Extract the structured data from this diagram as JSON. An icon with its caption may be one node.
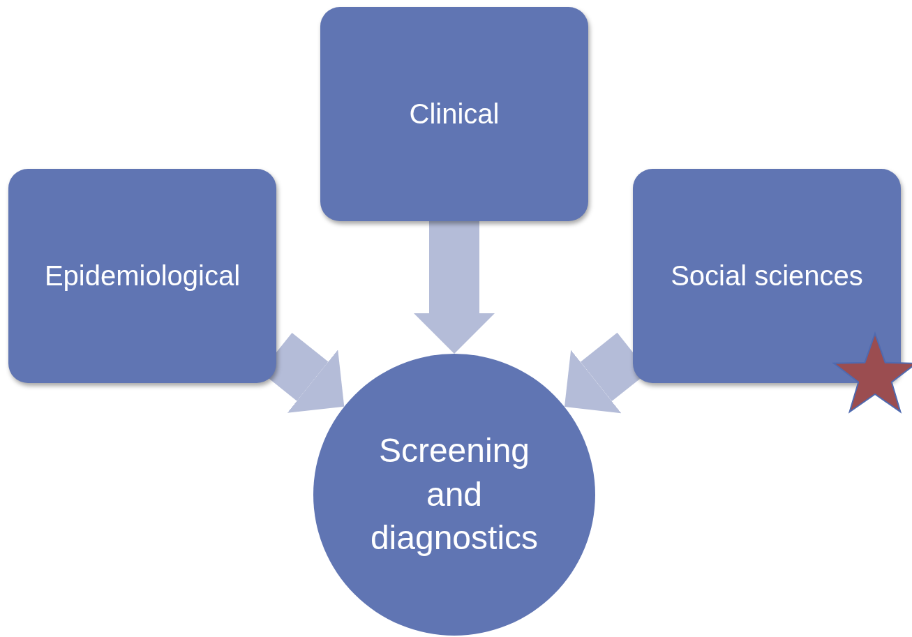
{
  "diagram": {
    "nodes": [
      {
        "text": [
          "Clinical"
        ]
      },
      {
        "text": [
          "Epidemiological"
        ]
      },
      {
        "text": [
          "Social sciences"
        ]
      },
      {
        "text": [
          "Screening and diagnostics"
        ]
      }
    ],
    "edges": [
      {
        "from": 1,
        "to": 3,
        "arrow": "to"
      },
      {
        "from": 0,
        "to": 3,
        "arrow": "to"
      },
      {
        "from": 2,
        "to": 3,
        "arrow": "to"
      }
    ]
  }
}
